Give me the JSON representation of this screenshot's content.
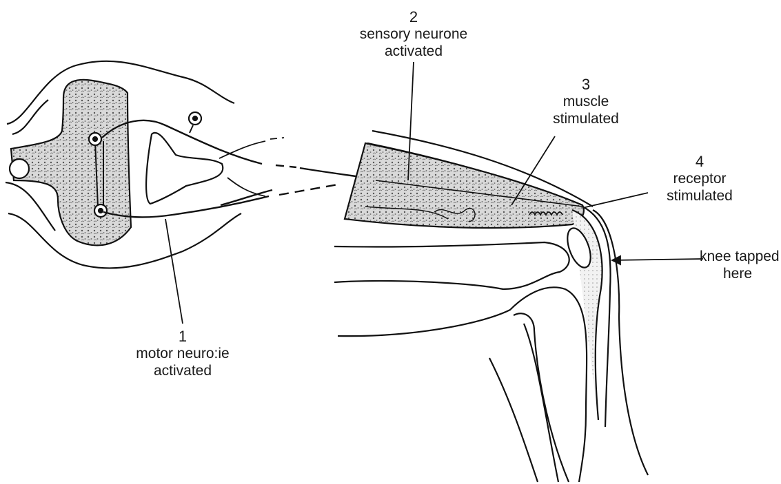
{
  "diagram": {
    "labels": {
      "motor": {
        "number": "1",
        "line1": "motor neuro:ie",
        "line2": "activated"
      },
      "sensory": {
        "number": "2",
        "line1": "sensory neurone",
        "line2": "activated"
      },
      "muscle": {
        "number": "3",
        "line1": "muscle",
        "line2": "stimulated"
      },
      "receptor": {
        "number": "4",
        "line1": "receptor",
        "line2": "stimulated"
      },
      "knee": {
        "line1": "knee tapped",
        "line2": "here"
      }
    }
  }
}
